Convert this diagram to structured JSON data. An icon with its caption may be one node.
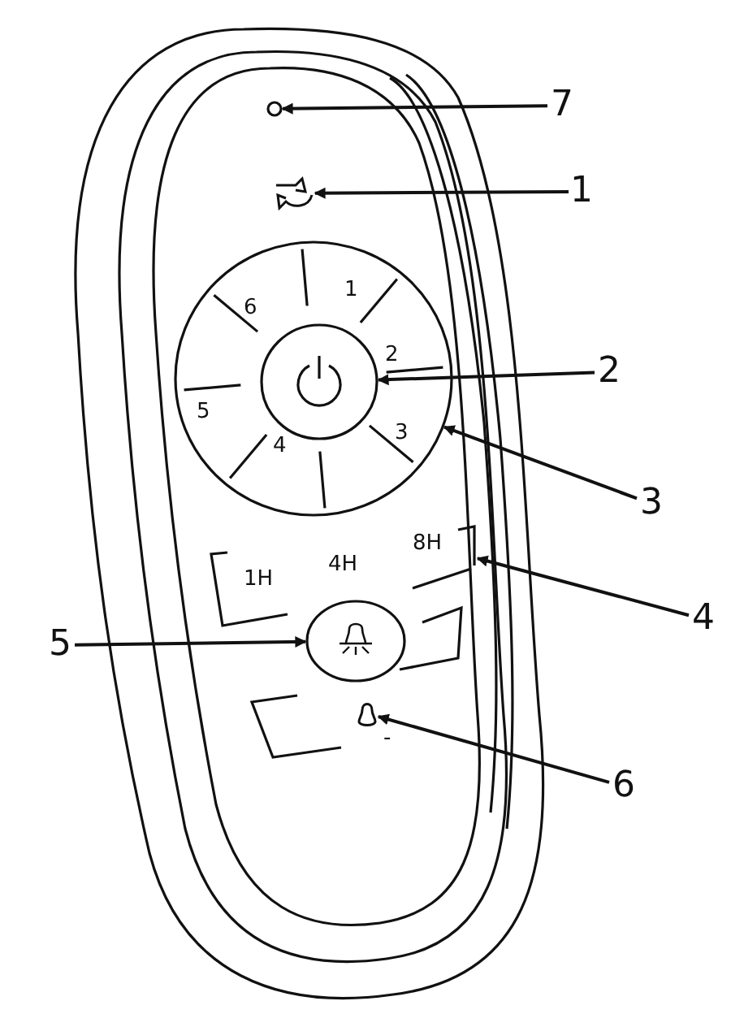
{
  "diagram": {
    "nodes": [
      {
        "text": [
          "7"
        ]
      },
      {
        "text": [
          "1"
        ]
      },
      {
        "text": [
          "2"
        ]
      },
      {
        "text": [
          "3"
        ]
      },
      {
        "text": [
          "4"
        ]
      },
      {
        "text": [
          "5"
        ]
      },
      {
        "text": [
          "6"
        ]
      },
      {
        "text": [],
        "shape": "circle"
      },
      {
        "text": [],
        "shape": "arrows"
      },
      {
        "text": [],
        "shape": "circle"
      },
      {
        "text": [],
        "shape": "circle",
        "in": 9
      },
      {
        "text": [],
        "shape": "bracket"
      },
      {
        "text": [],
        "shape": "circle"
      },
      {
        "text": [],
        "shape": "bulb"
      }
    ],
    "edges": [
      {
        "from": 0,
        "to": 7,
        "arrow": "to"
      },
      {
        "from": 1,
        "to": 8,
        "arrow": "to"
      },
      {
        "from": 2,
        "to": 10,
        "arrow": "to"
      },
      {
        "from": 3,
        "to": 9,
        "arrow": "to"
      },
      {
        "from": 4,
        "to": 11,
        "arrow": "to"
      },
      {
        "from": 5,
        "to": 12,
        "arrow": "to"
      },
      {
        "from": 6,
        "to": 13,
        "arrow": "to"
      }
    ],
    "labels": [
      "6",
      "1",
      "2",
      "5",
      "3",
      "4",
      "1H",
      "4H",
      "8H",
      "-"
    ]
  }
}
